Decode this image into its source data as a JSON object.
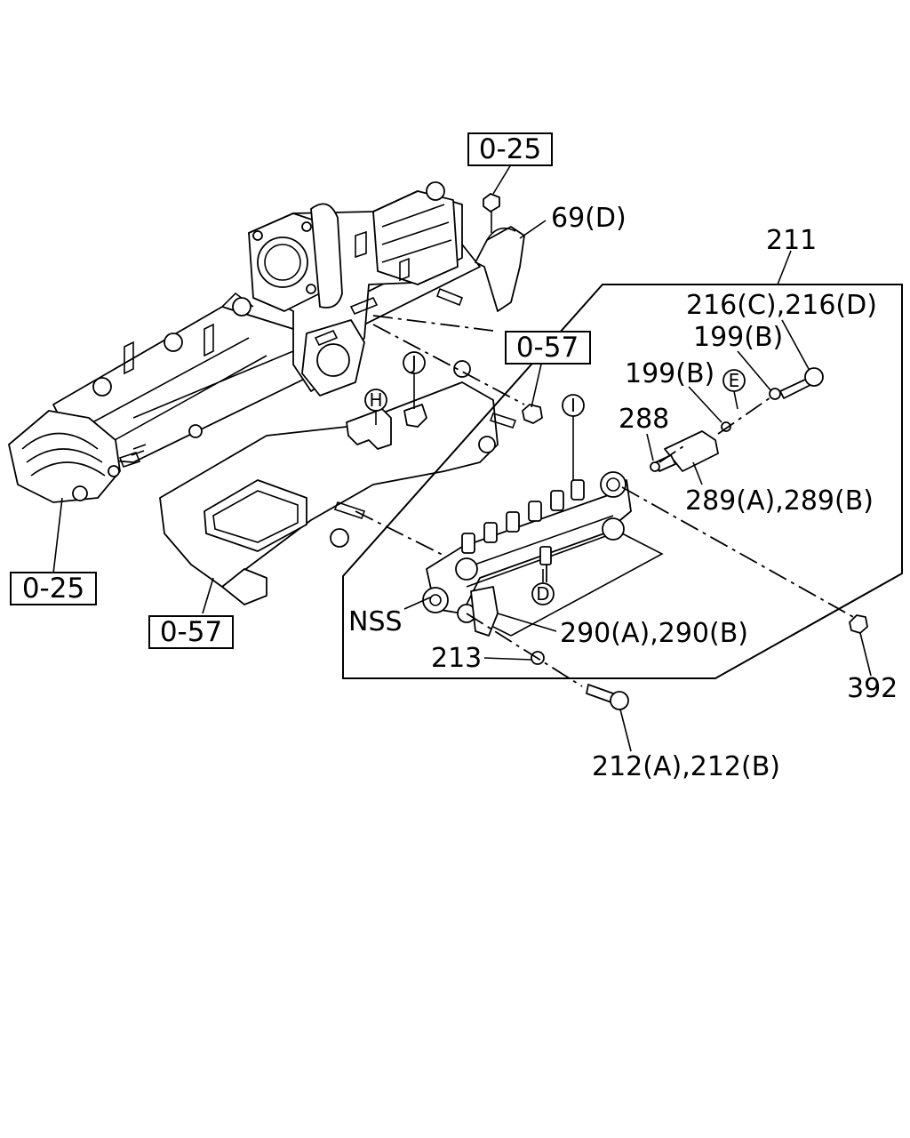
{
  "diagram": {
    "part_labels": {
      "p69d": "69(D)",
      "p211": "211",
      "p216": "216(C),216(D)",
      "p199b_upper": "199(B)",
      "p199b_lower": "199(B)",
      "p288": "288",
      "p289": "289(A),289(B)",
      "p290": "290(A),290(B)",
      "p213": "213",
      "p212": "212(A),212(B)",
      "p392": "392",
      "nss": "NSS"
    },
    "reference_boxes": {
      "ref_top": "0-25",
      "ref_left": "0-25",
      "ref_mid": "0-57",
      "ref_bottom": "0-57"
    },
    "circle_markers": {
      "E": "E",
      "I": "I",
      "J": "J",
      "H": "H",
      "D": "D"
    }
  }
}
